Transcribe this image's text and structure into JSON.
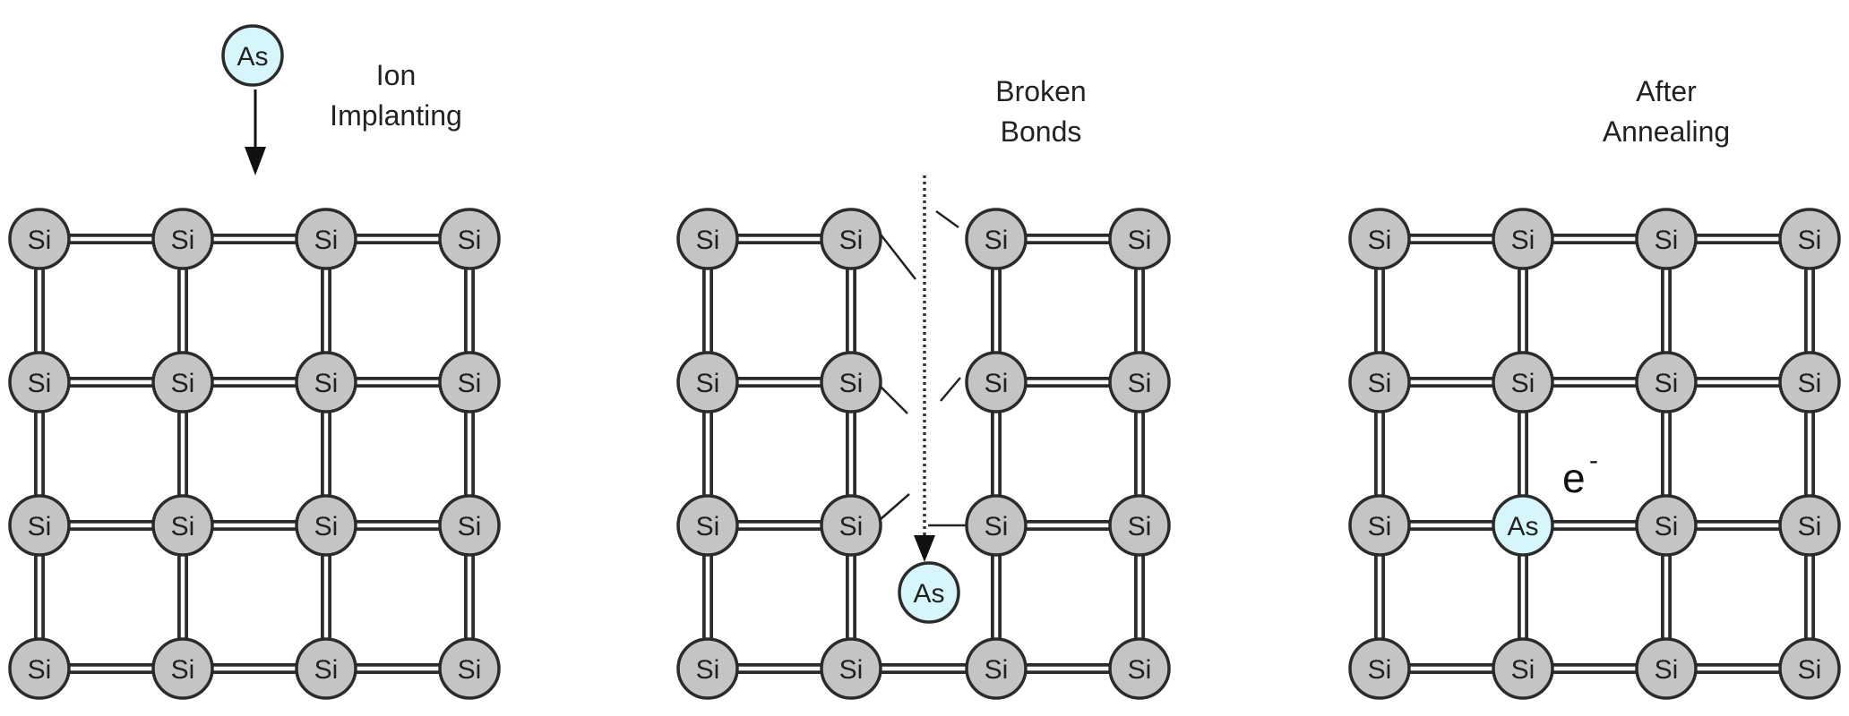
{
  "panels": [
    {
      "id": "ion-implanting",
      "caption_lines": [
        "Ion",
        "Implanting"
      ]
    },
    {
      "id": "broken-bonds",
      "caption_lines": [
        "Broken",
        "Bonds"
      ]
    },
    {
      "id": "after-annealing",
      "caption_lines": [
        "After",
        "Annealing"
      ]
    }
  ],
  "atoms": {
    "silicon_label": "Si",
    "arsenic_label": "As"
  },
  "electron": {
    "symbol": "e",
    "charge": "-"
  },
  "colors": {
    "silicon_fill": "#c4c4c4",
    "arsenic_fill": "#d6f6fb",
    "outline": "#2b2b2b"
  }
}
